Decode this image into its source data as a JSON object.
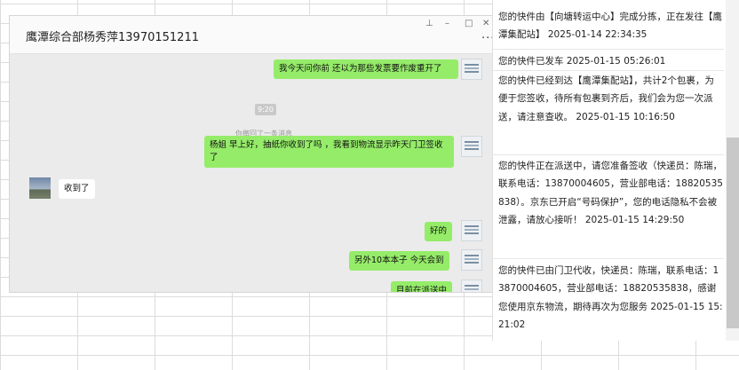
{
  "chat": {
    "title": "鹰潭综合部杨秀萍13970151211",
    "window_controls": {
      "pin": "⊥",
      "minimize": "–",
      "maximize": "□",
      "close": "✕"
    },
    "more_label": "···",
    "time_badge": "9:20",
    "recall_notice": "你撤回了一条消息",
    "messages": [
      {
        "text": "我今天问你前  还以为那些发票要作废重开了"
      },
      {
        "text": "杨姐 早上好，抽纸你收到了吗 ，我看到物流显示昨天门卫签收了"
      },
      {
        "text": "收到了"
      },
      {
        "text": "好的"
      },
      {
        "text": "另外10本本子  今天会到"
      },
      {
        "text": "目前在派送中"
      }
    ]
  },
  "logistics": {
    "entries": [
      {
        "text": "您的快件由【向塘转运中心】完成分拣，正在发往【鹰潭集配站】 2025-01-14 22:34:35"
      },
      {
        "text": "您的快件已发车 2025-01-15 05:26:01"
      },
      {
        "text": "您的快件已经到达【鹰潭集配站】，共计2个包裹，为便于您签收，待所有包裹到齐后，我们会为您一次派送，请注意查收。 2025-01-15 10:16:50"
      },
      {
        "text": "您的快件正在派送中，请您准备签收（快递员：陈瑞，联系电话：13870004605，营业部电话：18820535838）。京东已开启“号码保护”，您的电话隐私不会被泄露，请放心接听！ 2025-01-15 14:29:50"
      },
      {
        "text": "您的快件已由门卫代收，快递员：陈瑞，联系电话：13870004605，营业部电话：18820535838，感谢您使用京东物流，期待再次为您服务 2025-01-15 15:21:02"
      }
    ]
  }
}
